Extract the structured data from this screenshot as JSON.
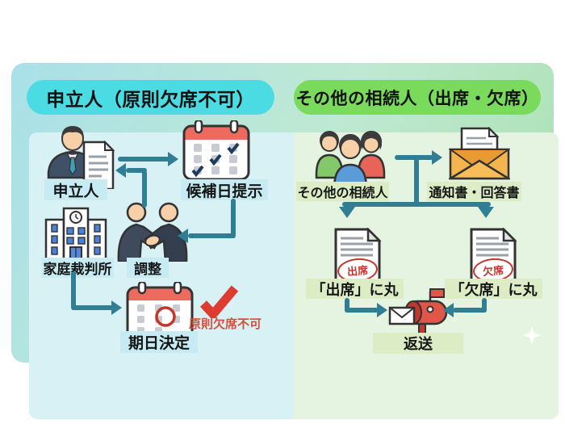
{
  "left_panel": {
    "title": "申立人（原則欠席不可）",
    "labels": {
      "applicant": "申立人",
      "candidate_dates": "候補日提示",
      "family_court": "家庭裁判所",
      "adjustment": "調整",
      "date_decision": "期日決定"
    },
    "note": "原則欠席不可"
  },
  "right_panel": {
    "title": "その他の相続人（出席・欠席）",
    "labels": {
      "other_heirs": "その他の相続人",
      "notice_reply": "通知書・回答書",
      "circle_attendance": "「出席」に丸",
      "circle_absence": "「欠席」に丸",
      "return_mail": "返送"
    },
    "stamps": {
      "attendance": "出席",
      "absence": "欠席"
    }
  },
  "colors": {
    "left_header": "#4bdbe3",
    "right_header": "#79da5c",
    "left_panel_bg": "#d8f1f5",
    "right_panel_bg": "#e5f4e1",
    "label_bg_left": "#c6ebf3",
    "label_bg_right": "#dcedc6",
    "arrow": "#2f7e93",
    "alert_red": "#d5503c"
  }
}
